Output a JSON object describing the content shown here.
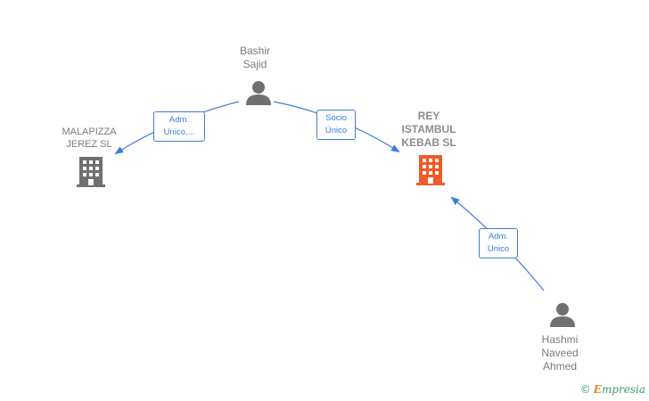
{
  "nodes": {
    "bashir": {
      "name_lines": [
        "Bashir",
        "Sajid"
      ],
      "icon": "person-icon",
      "color": "#707070"
    },
    "malapizza": {
      "name_lines": [
        "MALAPIZZA",
        "JEREZ  SL"
      ],
      "icon": "building-icon",
      "color": "#707070"
    },
    "rey": {
      "name_lines": [
        "REY",
        "ISTAMBUL",
        "KEBAB  SL"
      ],
      "icon": "building-icon",
      "color": "#f05a28"
    },
    "hashmi": {
      "name_lines": [
        "Hashmi",
        "Naveed",
        "Ahmed"
      ],
      "icon": "person-icon",
      "color": "#707070"
    }
  },
  "edges": {
    "bashir_malapizza": {
      "label_lines": [
        "Adm.",
        "Unico,..."
      ]
    },
    "bashir_rey": {
      "label_lines": [
        "Socio",
        "Único"
      ]
    },
    "hashmi_rey": {
      "label_lines": [
        "Adm.",
        "Unico"
      ]
    }
  },
  "colors": {
    "edge": "#3c7ddc",
    "focus_building": "#f05a28",
    "gray": "#707070"
  },
  "brand": {
    "copyright": "©",
    "initial": "E",
    "rest": "mpresia"
  }
}
